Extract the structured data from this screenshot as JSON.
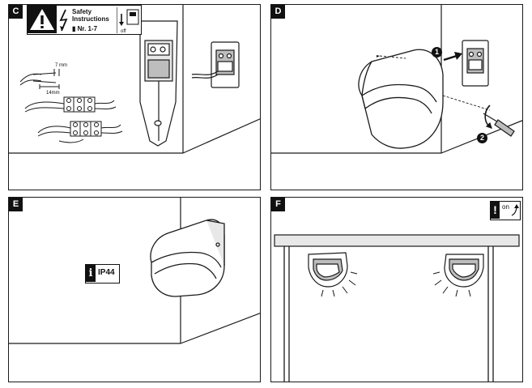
{
  "panels": [
    {
      "letter": "C"
    },
    {
      "letter": "D"
    },
    {
      "letter": "E"
    },
    {
      "letter": "F"
    }
  ],
  "safety": {
    "line1": "Safety",
    "line2": "Instructions",
    "ref": "Nr. 1-7",
    "off": "off"
  },
  "strip_lengths": {
    "top": "7 mm",
    "bottom": "14mm"
  },
  "steps": [
    "1",
    "2"
  ],
  "ip_badge": {
    "icon": "i",
    "text": "IP44"
  },
  "on_badge": {
    "icon": "!",
    "text": "on"
  },
  "colors": {
    "line": "#1a1a1a",
    "fill_light": "#e8e8e8",
    "fill_mid": "#bdbdbd"
  }
}
